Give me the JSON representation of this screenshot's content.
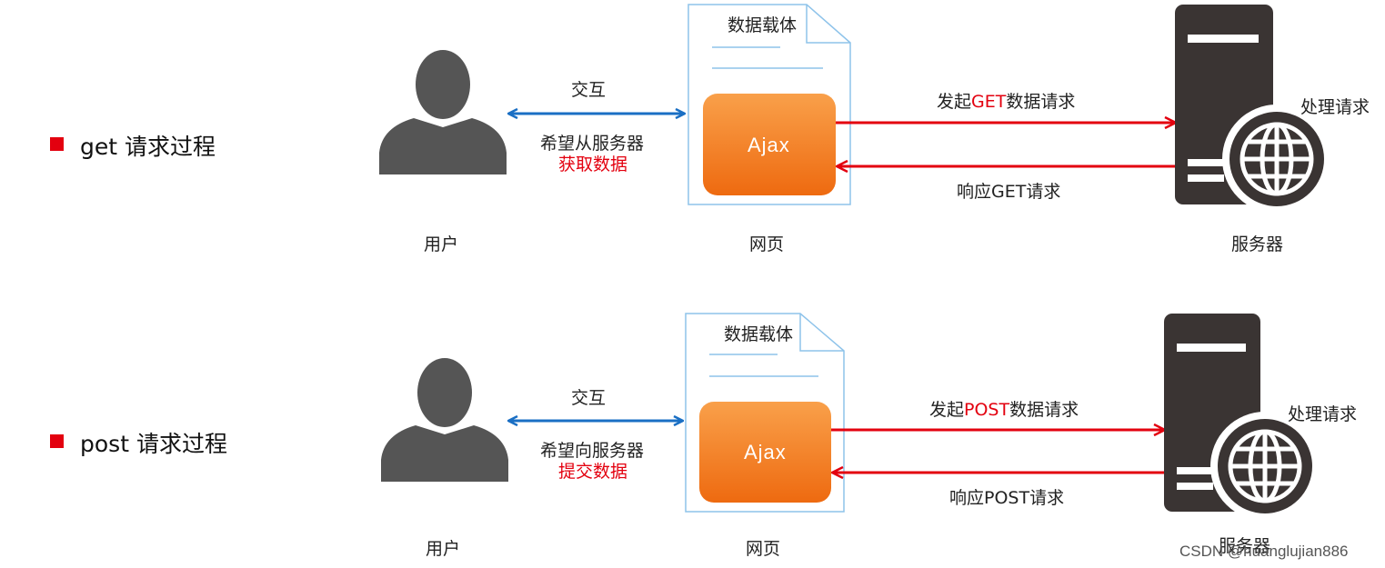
{
  "sections": [
    {
      "heading": "get 请求过程",
      "user_label": "用户",
      "interact_label": "交互",
      "desc_line1": "希望从服务器",
      "desc_line2": "获取数据",
      "doc_title": "数据载体",
      "ajax_label": "Ajax",
      "page_label": "网页",
      "request_prefix": "发起",
      "request_method": "GET",
      "request_suffix": "数据请求",
      "response_label": "响应GET请求",
      "process_label": "处理请求",
      "server_label": "服务器"
    },
    {
      "heading": "post 请求过程",
      "user_label": "用户",
      "interact_label": "交互",
      "desc_line1": "希望向服务器",
      "desc_line2": "提交数据",
      "doc_title": "数据载体",
      "ajax_label": "Ajax",
      "page_label": "网页",
      "request_prefix": "发起",
      "request_method": "POST",
      "request_suffix": "数据请求",
      "response_label": "响应POST请求",
      "process_label": "处理请求",
      "server_label": "服务器"
    }
  ],
  "watermark": "CSDN @huanglujian886",
  "colors": {
    "bullet": "#e3000f",
    "highlight": "#e3000f",
    "interaction_arrow": "#1a6fc4",
    "request_arrow": "#e3000f",
    "ajax_box": "#f47f22",
    "icon_gray": "#555555",
    "server_dark": "#3a3433"
  },
  "icons": [
    "user-icon",
    "document-icon",
    "server-icon",
    "globe-icon"
  ]
}
